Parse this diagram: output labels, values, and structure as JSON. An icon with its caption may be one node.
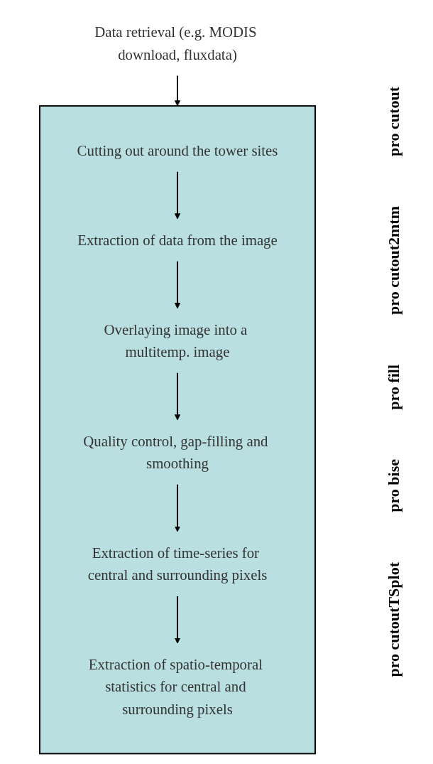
{
  "diagram": {
    "nodes": [
      {
        "text": [
          "Data retrieval (e.g. MODIS download, fluxdata)"
        ]
      },
      {
        "text": [],
        "shape": "box"
      },
      {
        "text": [
          "Cutting out around the tower sites"
        ],
        "in": 1
      },
      {
        "text": [
          "Extraction of data from the image"
        ],
        "in": 1
      },
      {
        "text": [
          "Overlaying image into a multitemp. image"
        ],
        "in": 1
      },
      {
        "text": [
          "Quality control, gap-filling and smoothing"
        ],
        "in": 1
      },
      {
        "text": [
          "Extraction of time-series for central and surrounding pixels"
        ],
        "in": 1
      },
      {
        "text": [
          "Extraction of spatio-temporal statistics for central and surrounding pixels"
        ],
        "in": 1
      }
    ],
    "edges": [
      {
        "from": 0,
        "to": 1,
        "arrow": "to"
      },
      {
        "from": 2,
        "to": 3,
        "arrow": "to"
      },
      {
        "from": 3,
        "to": 4,
        "arrow": "to"
      },
      {
        "from": 4,
        "to": 5,
        "arrow": "to"
      },
      {
        "from": 5,
        "to": 6,
        "arrow": "to"
      },
      {
        "from": 6,
        "to": 7,
        "arrow": "to"
      }
    ],
    "labels": [
      "pro cutout",
      "pro cutout2mtm",
      "pro fill",
      "pro bise",
      "pro cutoutTSplot"
    ]
  }
}
